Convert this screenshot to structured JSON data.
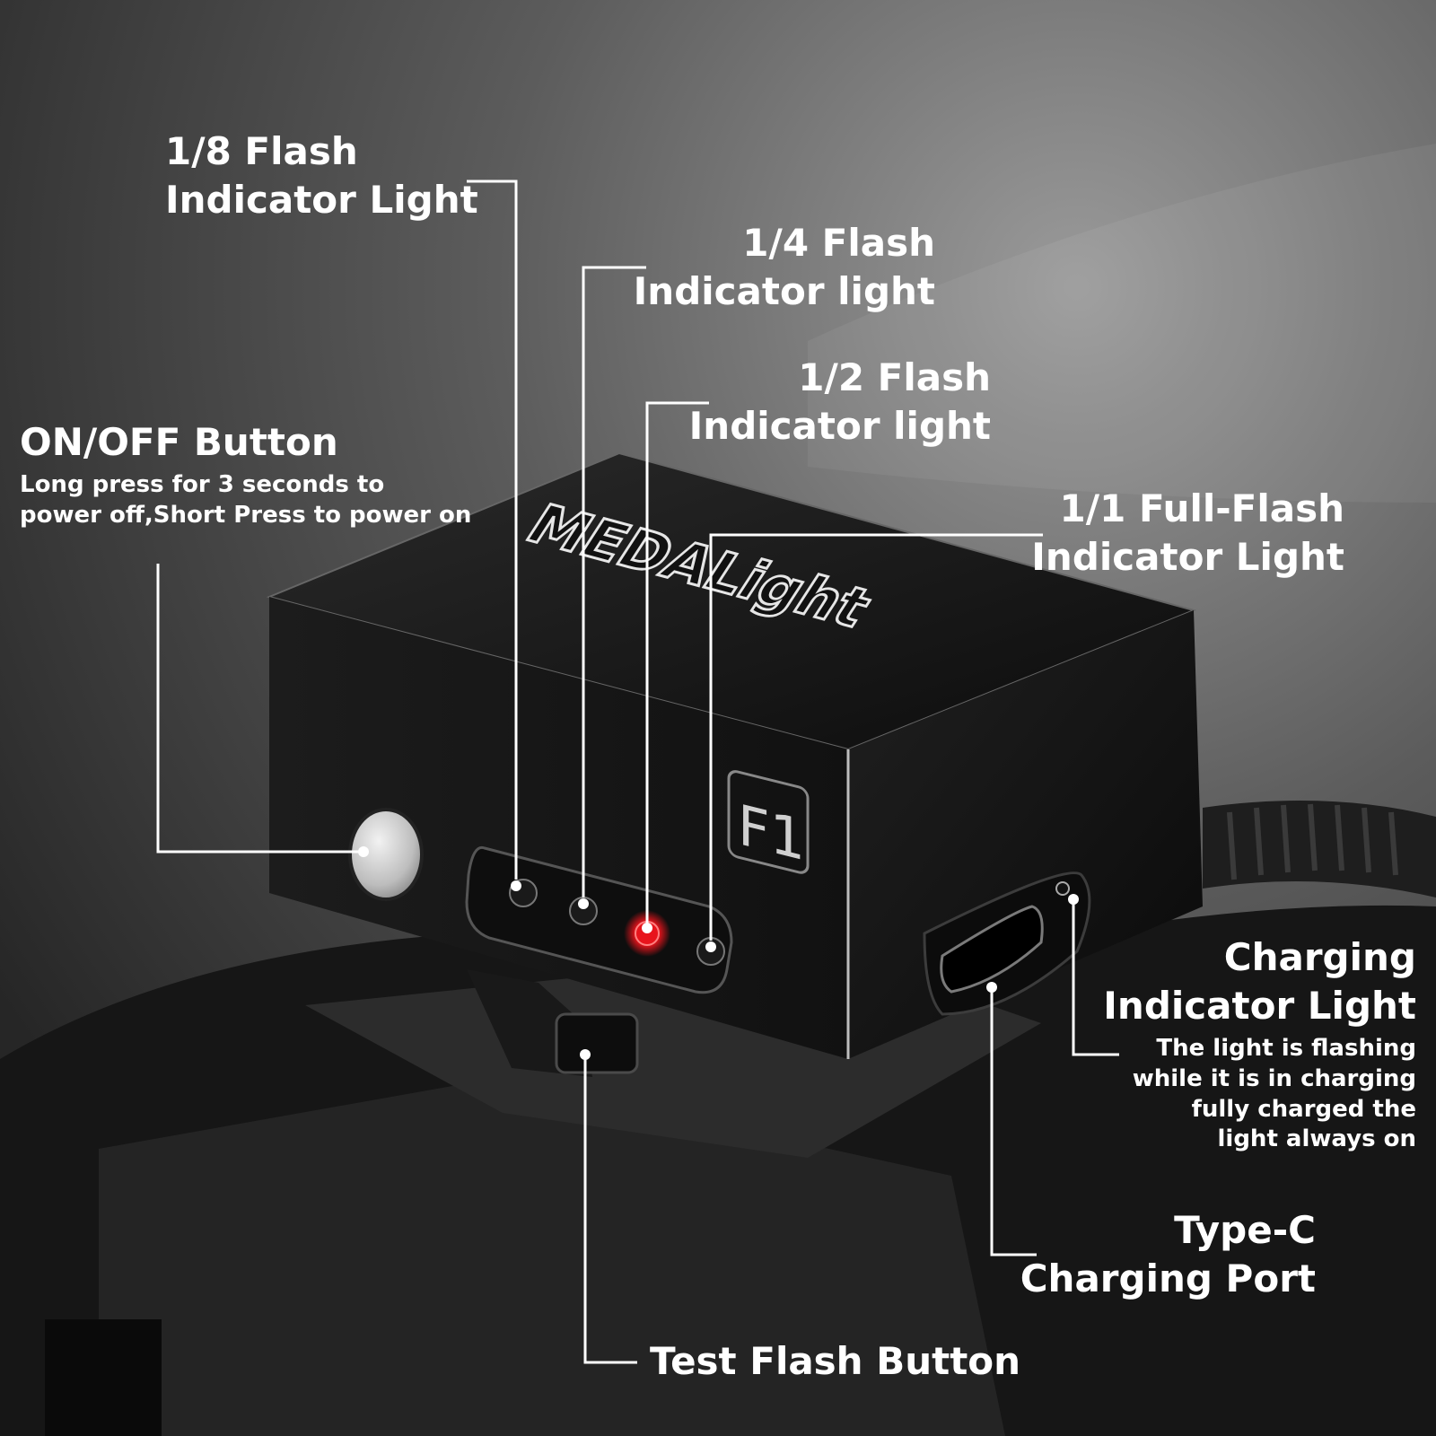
{
  "brand": {
    "logo_text": "MEDALight",
    "model_badge": "F1"
  },
  "colors": {
    "led_active": "#e8141c",
    "label_text": "#ffffff",
    "leader_line": "#ffffff"
  },
  "callouts": {
    "flash_1_8": {
      "line1": "1/8 Flash",
      "line2": "Indicator Light"
    },
    "flash_1_4": {
      "line1": "1/4 Flash",
      "line2": "Indicator light"
    },
    "flash_1_2": {
      "line1": "1/2 Flash",
      "line2": "Indicator light"
    },
    "flash_1_1": {
      "line1": "1/1 Full-Flash",
      "line2": "Indicator Light"
    },
    "onoff": {
      "title": "ON/OFF Button",
      "desc1": "Long press for 3 seconds to",
      "desc2": "power off,Short Press to power on"
    },
    "charging": {
      "line1": "Charging",
      "line2": "Indicator Light",
      "desc1": "The light is flashing",
      "desc2": "while it is in charging",
      "desc3": "fully charged the",
      "desc4": "light always on"
    },
    "typec": {
      "line1": "Type-C",
      "line2": "Charging Port"
    },
    "test": {
      "title": "Test Flash Button"
    }
  }
}
